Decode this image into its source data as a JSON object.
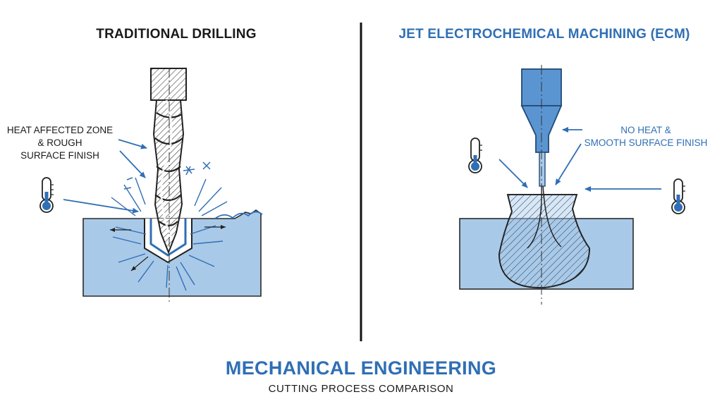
{
  "left": {
    "title": "TRADITIONAL DRILLING",
    "callout": [
      "HEAT AFFECTED ZONE",
      "& ROUGH",
      "SURFACE FINISH"
    ]
  },
  "right": {
    "title": "JET ELECTROCHEMICAL MACHINING (ECM)",
    "callout": [
      "NO HEAT &",
      "SMOOTH SURFACE FINISH"
    ]
  },
  "footer": {
    "title": "MECHANICAL ENGINEERING",
    "subtitle": "CUTTING PROCESS COMPARISON"
  },
  "colors": {
    "accent": "#2f6fb5",
    "workpiece_fill": "#a9c9e8",
    "ink": "#1c1c1c"
  },
  "icons": [
    "thermometer-icon",
    "thermometer-icon",
    "thermometer-icon"
  ]
}
